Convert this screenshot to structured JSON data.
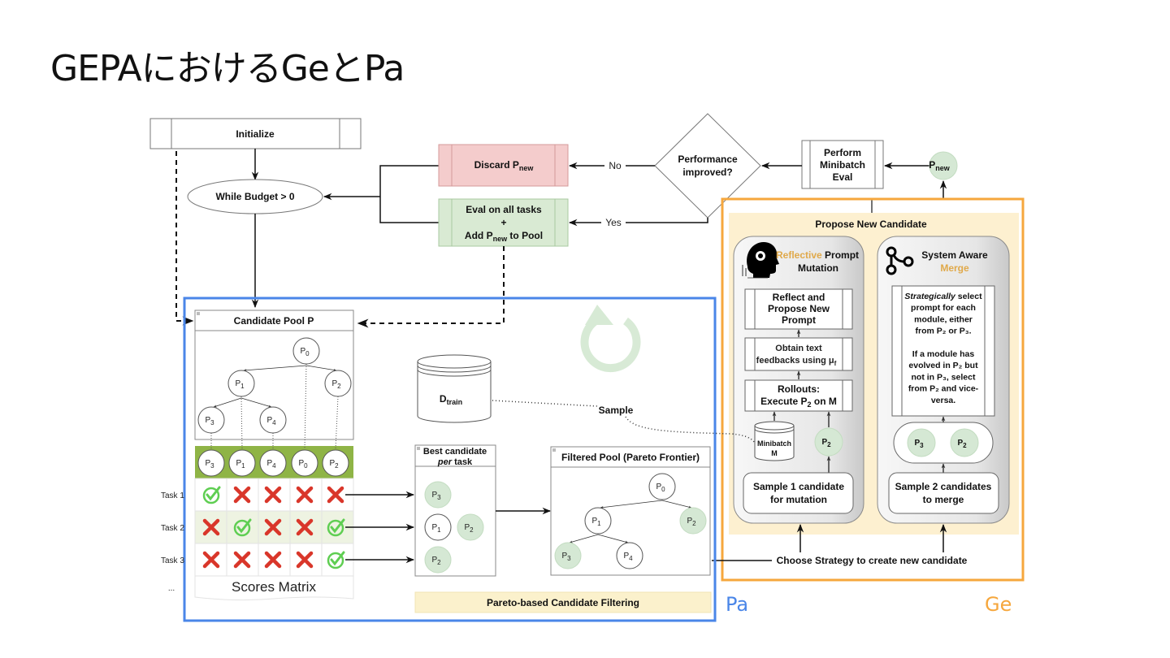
{
  "title": "GEPAにおけるGeとPa",
  "colors": {
    "pa_blue": "#4a86e8",
    "ge_orange": "#f6a73d",
    "discard_fill": "#f4cccc",
    "eval_fill": "#d9ead3",
    "propose_fill": "#fdf0d0",
    "pareto_fill": "#fbf1cc",
    "green_node": "#d5e8d4",
    "matrix_header": "#8fb446",
    "check_green": "#5fce52",
    "cross_red": "#d9362a",
    "reflective_orange": "#e0a94a"
  },
  "flow": {
    "initialize": "Initialize",
    "while_budget": "While Budget > 0",
    "discard": {
      "main": "Discard P",
      "sub": "new"
    },
    "eval": {
      "line1": "Eval on all tasks",
      "line2": "+",
      "line3_pre": "Add P",
      "line3_sub": "new",
      "line3_post": " to Pool"
    },
    "decision": {
      "line1": "Performance",
      "line2": "improved?"
    },
    "no_label": "No",
    "yes_label": "Yes",
    "minibatch_eval": {
      "line1": "Perform",
      "line2": "Minibatch",
      "line3": "Eval"
    },
    "pnew": {
      "main": "P",
      "sub": "new"
    }
  },
  "propose": {
    "title": "Propose New Candidate",
    "reflective": {
      "title_orange": "Reflective",
      "title_black1": " Prompt",
      "title_black2": "Mutation",
      "step_reflect": [
        "Reflect and",
        "Propose New",
        "Prompt"
      ],
      "step_feedback": [
        "Obtain text",
        "feedbacks using μ"
      ],
      "step_feedback_sub": "f",
      "step_rollouts": [
        "Rollouts:",
        "Execute P",
        " on M"
      ],
      "step_rollouts_sub": "2",
      "minibatch": [
        "Minibatch",
        "M"
      ],
      "p2": {
        "main": "P",
        "sub": "2"
      },
      "sample": [
        "Sample 1 candidate",
        "for mutation"
      ]
    },
    "merge": {
      "title_black": "System Aware",
      "title_orange": "Merge",
      "text": [
        [
          "Strategically",
          " select"
        ],
        [
          "prompt for each"
        ],
        [
          "module, either"
        ],
        [
          "from P₂ or P₃."
        ],
        [
          ""
        ],
        [
          "If a module has"
        ],
        [
          "evolved in P₂ but"
        ],
        [
          "not in P₃, select"
        ],
        [
          "from P₂ and vice-"
        ],
        [
          "versa."
        ]
      ],
      "p3": {
        "main": "P",
        "sub": "3"
      },
      "p2": {
        "main": "P",
        "sub": "2"
      },
      "sample": [
        "Sample 2 candidates",
        "to merge"
      ]
    },
    "choose_strategy": "Choose Strategy to create new candidate"
  },
  "pa": {
    "candidate_pool_title": "Candidate Pool P",
    "tree_nodes": [
      "P0",
      "P1",
      "P2",
      "P3",
      "P4"
    ],
    "matrix_columns": [
      "3",
      "1",
      "4",
      "0",
      "2"
    ],
    "tasks": [
      {
        "label": "Task 1",
        "scores": [
          "check",
          "cross",
          "cross",
          "cross",
          "cross"
        ]
      },
      {
        "label": "Task 2",
        "scores": [
          "cross",
          "check",
          "cross",
          "cross",
          "check"
        ]
      },
      {
        "label": "Task 3",
        "scores": [
          "cross",
          "cross",
          "cross",
          "cross",
          "check"
        ]
      }
    ],
    "tasks_more": "...",
    "scores_matrix": "Scores Matrix",
    "dtrain": {
      "main": "D",
      "sub": "train"
    },
    "sample_label": "Sample",
    "best_candidate": {
      "line1": "Best candidate",
      "line2_italic": "per",
      "line2_rest": " task"
    },
    "best_rows": [
      [
        "3"
      ],
      [
        "1",
        "2"
      ],
      [
        "2"
      ]
    ],
    "filtered_pool_title": "Filtered Pool (Pareto Frontier)",
    "pareto_label": "Pareto-based Candidate Filtering"
  },
  "region_labels": {
    "pa": "Pa",
    "ge": "Ge"
  }
}
